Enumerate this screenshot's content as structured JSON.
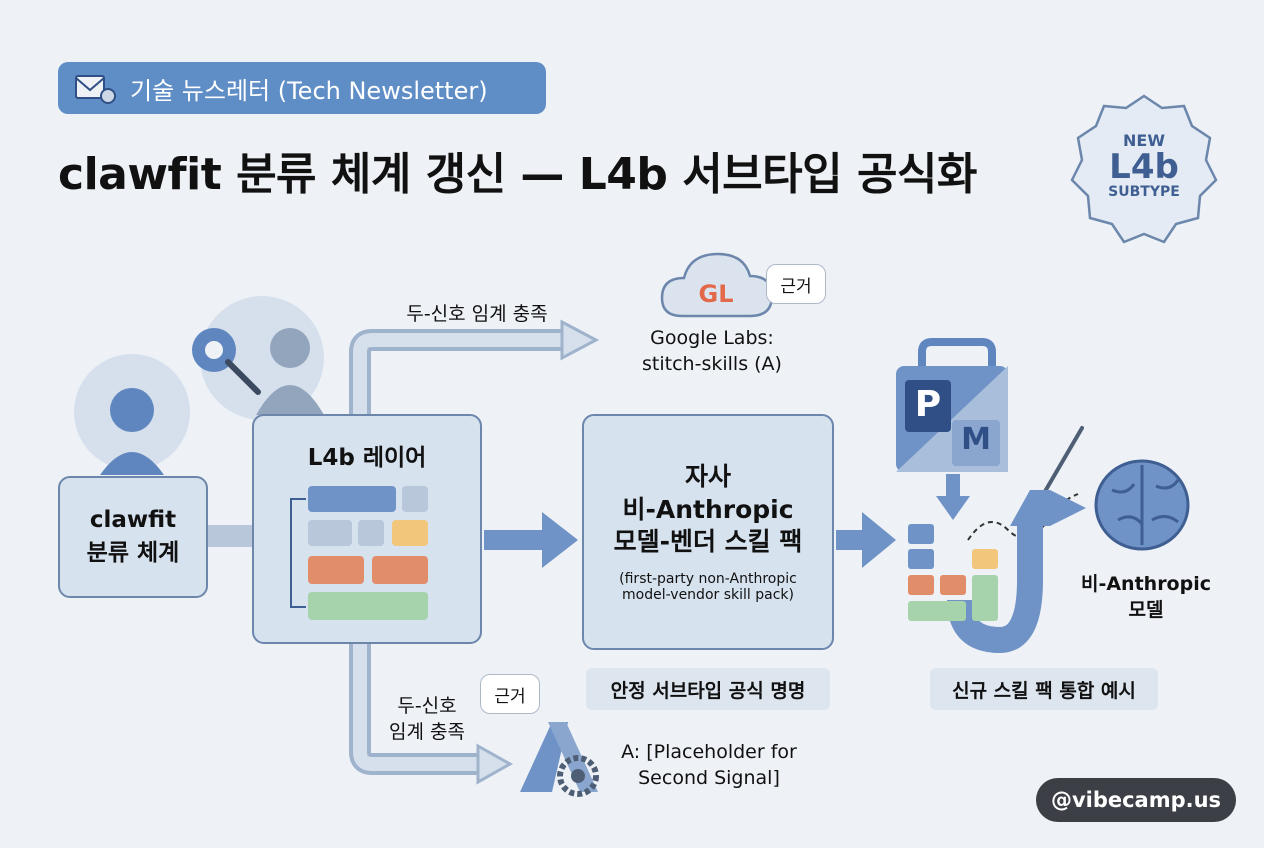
{
  "header": {
    "tag": "기술 뉴스레터 (Tech Newsletter)",
    "title": "clawfit 분류 체계 갱신 — L4b 서브타입 공식화"
  },
  "badge": {
    "line1": "NEW",
    "line2": "L4b",
    "line3": "SUBTYPE"
  },
  "taxonomy_box": {
    "line1": "clawfit",
    "line2": "분류 체계"
  },
  "layer_box": {
    "title": "L4b 레이어"
  },
  "top_branch": {
    "arrow_label": "두-신호 임계 충족",
    "source_line1": "Google Labs:",
    "source_line2": "stitch-skills (A)",
    "bubble": "근거",
    "logo_text": "GL"
  },
  "bottom_branch": {
    "arrow_label_line1": "두-신호",
    "arrow_label_line2": "임계 충족",
    "source_line1": "A: [Placeholder for",
    "source_line2": "Second Signal]",
    "bubble": "근거"
  },
  "pack_box": {
    "line1": "자사",
    "line2": "비-Anthropic",
    "line3": "모델-벤더 스킬 팩",
    "sub1": "(first-party non-Anthropic",
    "sub2": "model-vendor skill pack)",
    "caption": "안정 서브타입 공식 명명"
  },
  "integration": {
    "bag_p": "P",
    "bag_m": "M",
    "model_line1": "비-Anthropic",
    "model_line2": "모델",
    "caption": "신규 스킬 팩 통합 예시"
  },
  "watermark": "@vibecamp.us",
  "colors": {
    "accent_blue": "#5f8dc6",
    "box_fill": "#d7e2ef",
    "block_blue": "#6f93c7",
    "block_orange": "#e28d69",
    "block_yellow": "#f2c77c",
    "block_green": "#a6d2ac"
  }
}
